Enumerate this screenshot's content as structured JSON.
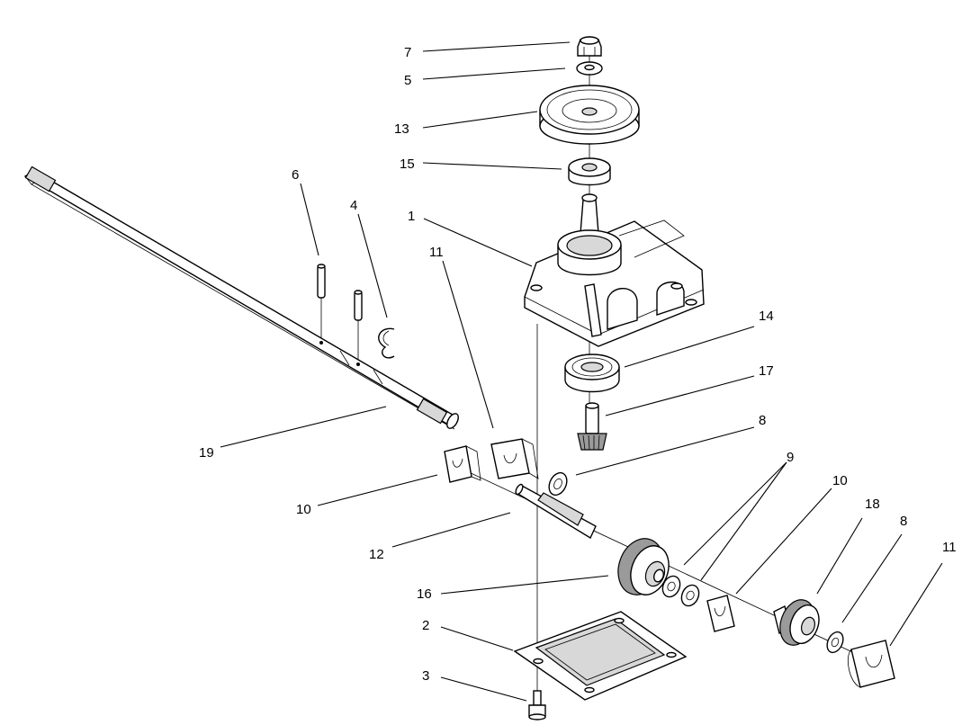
{
  "callouts": [
    {
      "id": "7"
    },
    {
      "id": "5"
    },
    {
      "id": "13"
    },
    {
      "id": "15"
    },
    {
      "id": "6"
    },
    {
      "id": "4"
    },
    {
      "id": "1"
    },
    {
      "id": "11"
    },
    {
      "id": "14"
    },
    {
      "id": "17"
    },
    {
      "id": "8"
    },
    {
      "id": "19"
    },
    {
      "id": "9"
    },
    {
      "id": "10"
    },
    {
      "id": "18"
    },
    {
      "id": "8"
    },
    {
      "id": "11"
    },
    {
      "id": "10"
    },
    {
      "id": "12"
    },
    {
      "id": "16"
    },
    {
      "id": "2"
    },
    {
      "id": "3"
    }
  ]
}
